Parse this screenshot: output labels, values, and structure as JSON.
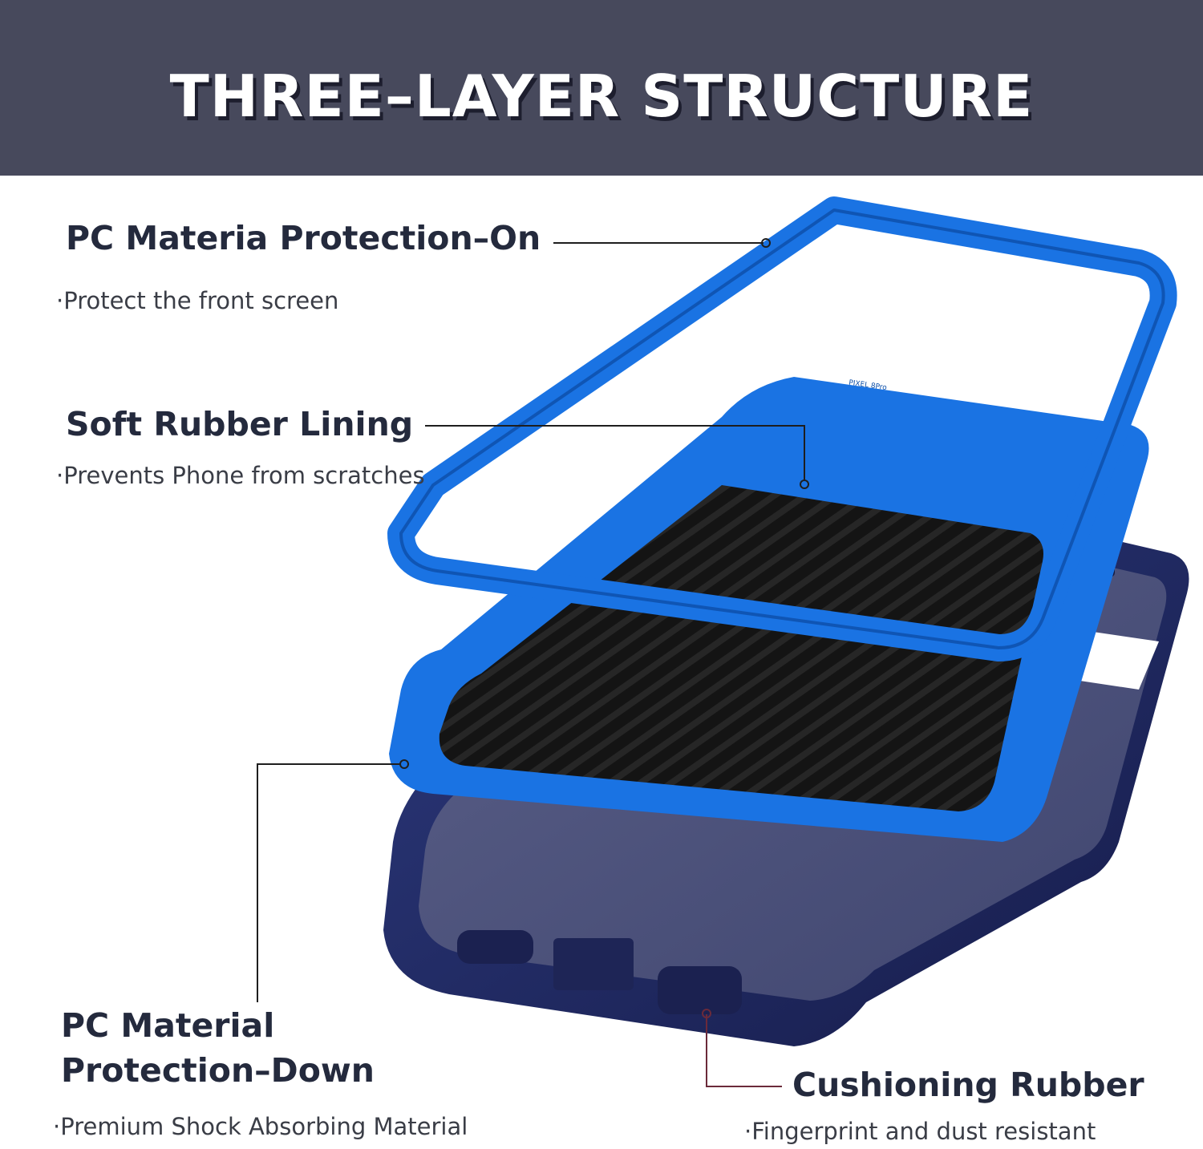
{
  "header": {
    "title": "THREE–LAYER STRUCTURE"
  },
  "callouts": [
    {
      "title": "PC Materia Protection–On",
      "subtitle": "·Protect the front screen"
    },
    {
      "title": "Soft Rubber Lining",
      "subtitle": "·Prevents Phone from scratches"
    },
    {
      "title_line1": "PC Material",
      "title_line2": "Protection–Down",
      "subtitle": "·Premium Shock Absorbing Material"
    },
    {
      "title": "Cushioning Rubber",
      "subtitle": "·Fingerprint and dust resistant"
    }
  ],
  "colors": {
    "header_bg": "#47495c",
    "frame_blue": "#1a73e3",
    "shell_navy": "#222a62",
    "lining_black": "#151515"
  },
  "product": {
    "back_print": "PIXEL 8Pro"
  }
}
